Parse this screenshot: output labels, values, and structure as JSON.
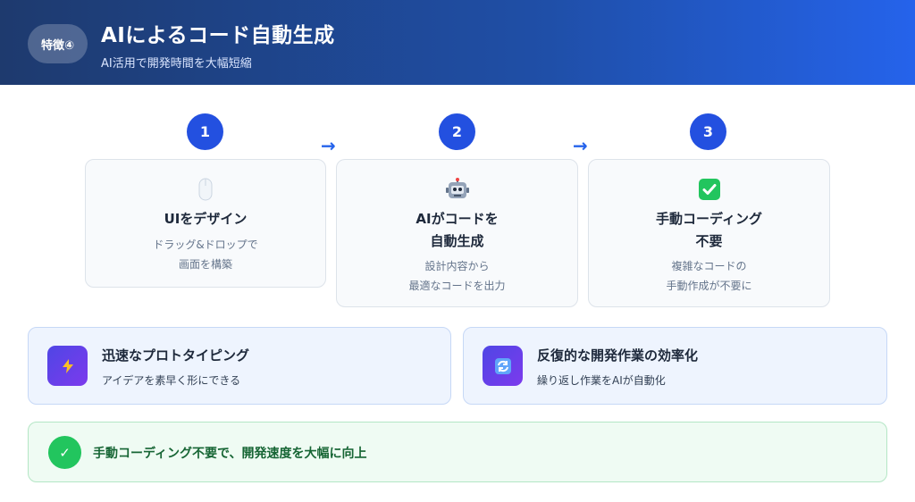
{
  "header": {
    "badge": "特徴④",
    "title": "AIによるコード自動生成",
    "subtitle": "AI活用で開発時間を大幅短縮"
  },
  "steps": [
    {
      "number": "1",
      "icon": "mouse-icon",
      "title": "UIをデザイン",
      "desc": "ドラッグ&ドロップで\n画面を構築"
    },
    {
      "number": "2",
      "icon": "robot-icon",
      "title": "AIがコードを\n自動生成",
      "desc": "設計内容から\n最適なコードを出力"
    },
    {
      "number": "3",
      "icon": "check-mark-icon",
      "title": "手動コーディング\n不要",
      "desc": "複雑なコードの\n手動作成が不要に"
    }
  ],
  "features": [
    {
      "icon": "lightning-icon",
      "title": "迅速なプロトタイピング",
      "desc": "アイデアを素早く形にできる"
    },
    {
      "icon": "refresh-icon",
      "title": "反復的な開発作業の効率化",
      "desc": "繰り返し作業をAIが自動化"
    }
  ],
  "result": {
    "icon": "check-circle-icon",
    "text": "手動コーディング不要で、開発速度を大幅に向上"
  },
  "colors": {
    "header_start": "#1e3a6e",
    "header_end": "#2563eb",
    "accent_blue": "#2350e0",
    "feature_icon_start": "#4f46e5",
    "feature_icon_end": "#7c3aed",
    "success_green": "#22c55e",
    "success_text": "#166534"
  }
}
